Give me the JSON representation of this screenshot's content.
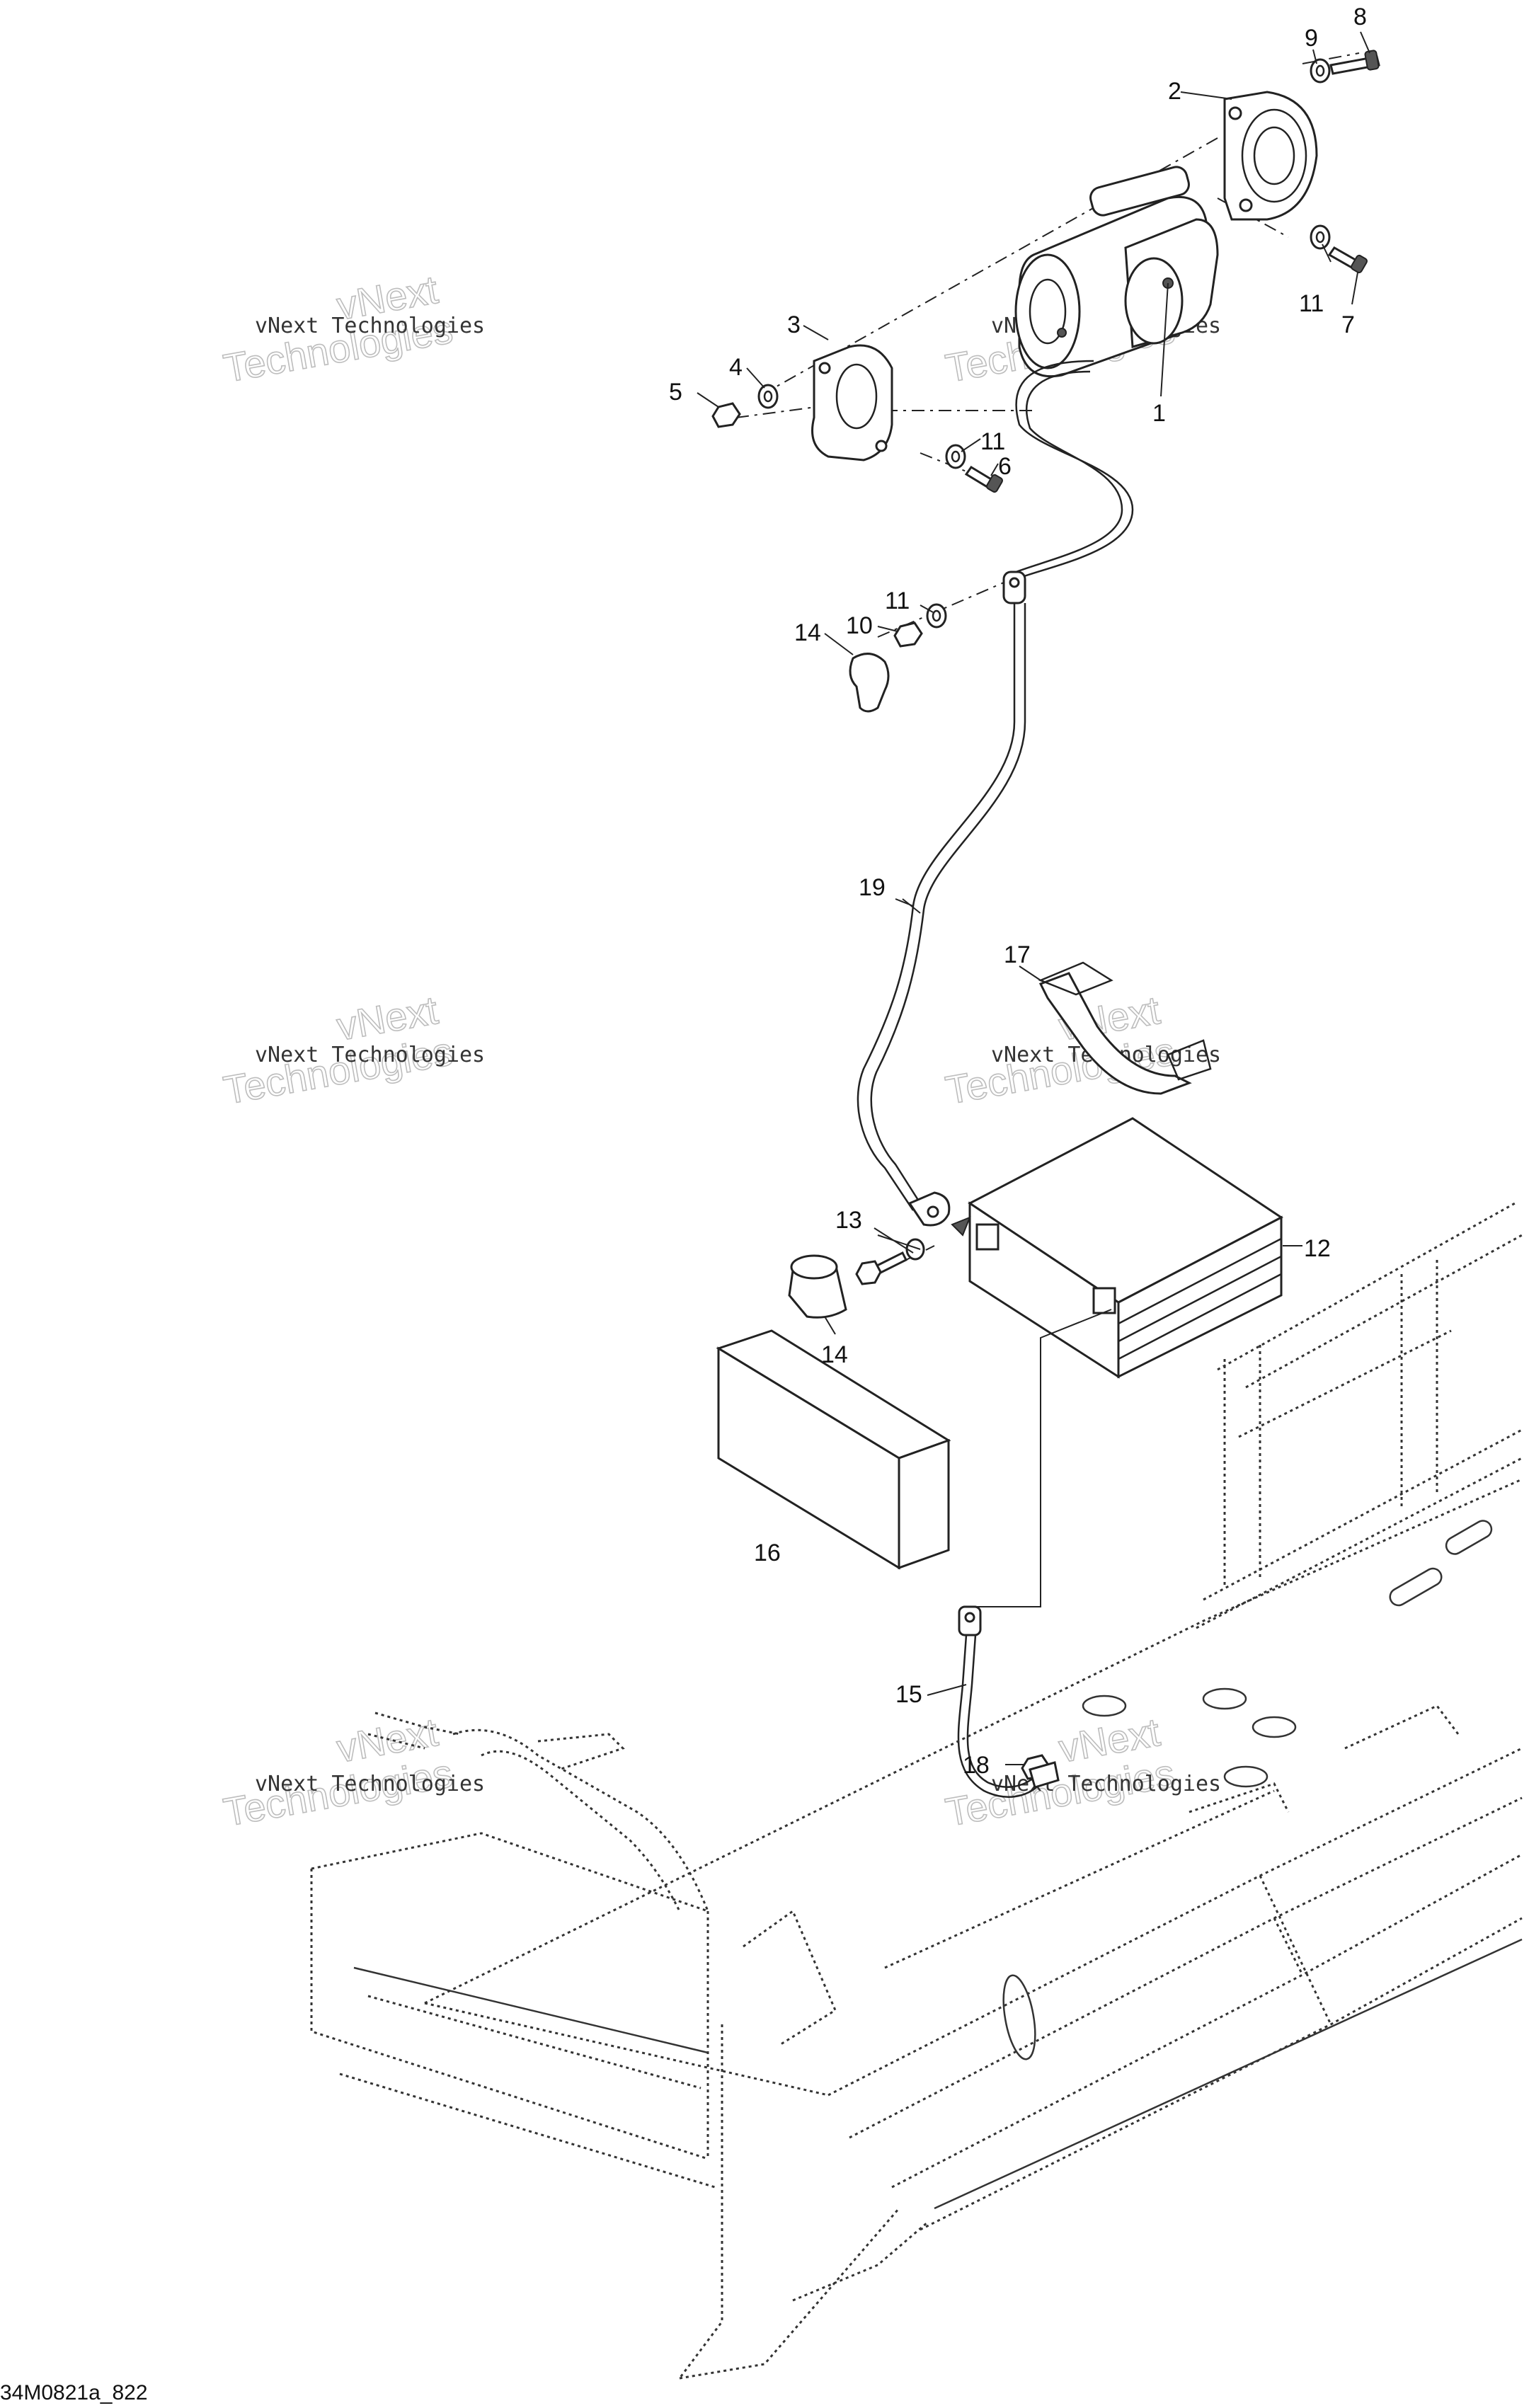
{
  "watermark": {
    "small": "vNext Technologies",
    "big_line1": "vNext",
    "big_line2": "Technologies"
  },
  "callouts": {
    "c1": "1",
    "c2": "2",
    "c3": "3",
    "c4": "4",
    "c5": "5",
    "c6": "6",
    "c7": "7",
    "c8": "8",
    "c9": "9",
    "c10": "10",
    "c11a": "11",
    "c11b": "11",
    "c11c": "11",
    "c12": "12",
    "c13": "13",
    "c14a": "14",
    "c14b": "14",
    "c15": "15",
    "c16": "16",
    "c17": "17",
    "c18": "18",
    "c19": "19"
  },
  "drawing_code": "34M0821a_822"
}
